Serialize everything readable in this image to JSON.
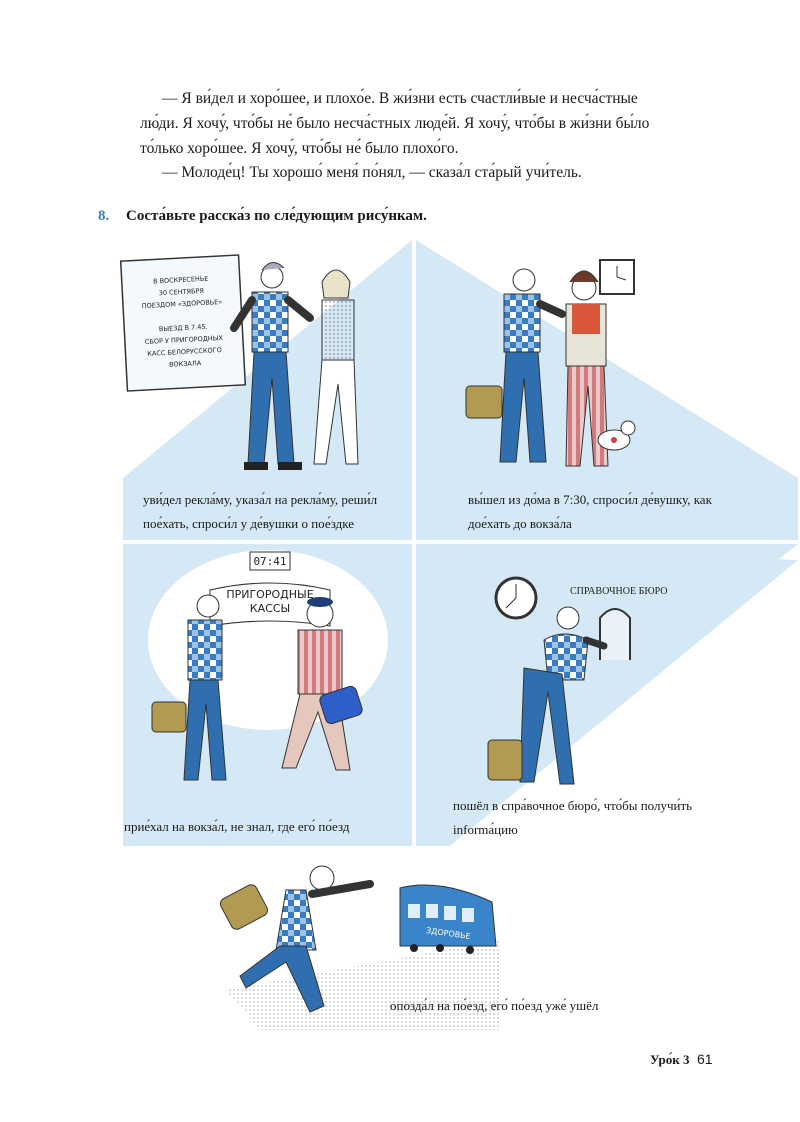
{
  "text": {
    "lines": [
      "— Я ви́дел и хоро́шее, и плохо́е. В жи́зни есть счастли́вые и несча́стные лю́ди. Я хочу́, что́бы не́ было несча́стных люде́й. Я хочу́, что́бы в жи́зни бы́ло то́лько хоро́шее. Я хочу́, что́бы не́ было плохо́го.",
      "— Молоде́ц! Ты хорошо́ меня́ по́нял, — сказа́л ста́рый учи́тель."
    ]
  },
  "exercise": {
    "number": "8.",
    "title": "Соста́вьте расска́з по сле́дующим рису́нкам."
  },
  "panels": {
    "p1": {
      "notice_lines": [
        "В ВОСКРЕСЕНЬЕ",
        "30 СЕНТЯБРЯ",
        "ПОЕЗДОМ «ЗДОРОВЬЕ»",
        "",
        "ВЫЕЗД В 7.45.",
        "СБОР У ПРИГОРОДНЫХ",
        "КАСС БЕЛОРУССКОГО",
        "ВОКЗАЛА"
      ],
      "caption_line1": "уви́дел рекла́му, указа́л на рекла́му, реши́л",
      "caption_line2": "пое́хать, спроси́л у де́вушки о пое́здке"
    },
    "p2": {
      "caption_line1": "вы́шел из до́ма в 7:30, спроси́л де́вушку, как",
      "caption_line2": "дое́хать до вокза́ла"
    },
    "p3": {
      "clock_text": "07:41",
      "sign_line1": "ПРИГОРОДНЫЕ",
      "sign_line2": "КАССЫ",
      "caption": "прие́хал на вокза́л, не знал, где его́ по́езд"
    },
    "p4": {
      "sign": "СПРАВОЧНОЕ БЮРО",
      "caption_line1": "пошёл в спра́вочное бюро́, что́бы получи́ть",
      "caption_line2": "informа́цию"
    },
    "p5": {
      "train_label": "ЗДОРОВЬЕ",
      "caption": "опозда́л на по́езд, его́ по́езд уже́ ушёл"
    }
  },
  "footer": {
    "lesson": "Уро́к 3",
    "page": "61"
  },
  "colors": {
    "panel_blue": "#d5e8f5",
    "accent_blue": "#3f7fb5",
    "jeans_blue": "#2f6fb0",
    "plaid_blue": "#3a7cc4"
  }
}
